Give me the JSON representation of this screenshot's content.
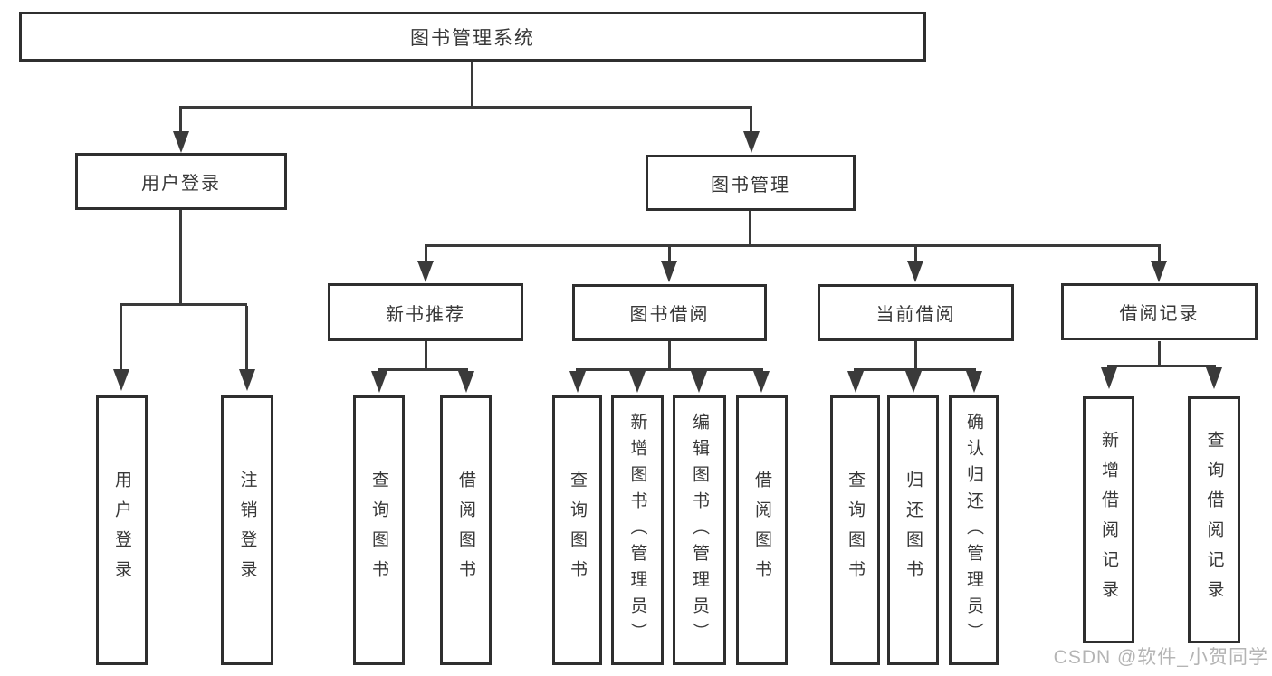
{
  "diagram_type": "hierarchy-tree",
  "tree": {
    "label": "图书管理系统",
    "children": [
      {
        "label": "用户登录",
        "children": [
          {
            "label": "用户登录"
          },
          {
            "label": "注销登录"
          }
        ]
      },
      {
        "label": "图书管理",
        "children": [
          {
            "label": "新书推荐",
            "children": [
              {
                "label": "查询图书"
              },
              {
                "label": "借阅图书"
              }
            ]
          },
          {
            "label": "图书借阅",
            "children": [
              {
                "label": "查询图书"
              },
              {
                "label": "新增图书（管理员）"
              },
              {
                "label": "编辑图书（管理员）"
              },
              {
                "label": "借阅图书"
              }
            ]
          },
          {
            "label": "当前借阅",
            "children": [
              {
                "label": "查询图书"
              },
              {
                "label": "归还图书"
              },
              {
                "label": "确认归还（管理员）"
              }
            ]
          },
          {
            "label": "借阅记录",
            "children": [
              {
                "label": "新增借阅记录"
              },
              {
                "label": "查询借阅记录"
              }
            ]
          }
        ]
      }
    ]
  },
  "watermark": {
    "text": "CSDN @软件_小贺同学"
  },
  "colors": {
    "line": "#3a3a3a",
    "box_border": "#2f2f2f",
    "text": "#383838",
    "watermark": "#b4b4b4",
    "background": "#ffffff"
  }
}
